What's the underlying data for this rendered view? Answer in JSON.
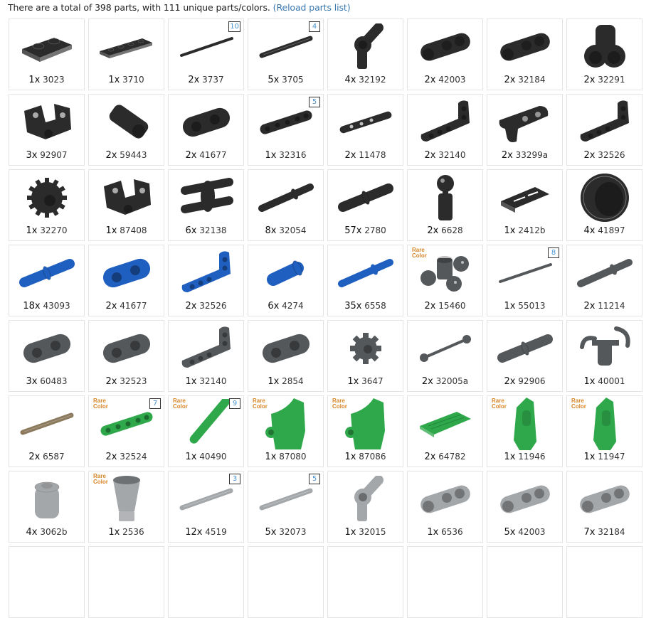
{
  "summary": {
    "text": "There are a total of 398 parts, with 111 unique parts/colors.",
    "reload_link": "(Reload parts list)"
  },
  "colors": {
    "black": "#2b2b2b",
    "blue": "#1f5fbf",
    "dark_gray": "#55585b",
    "light_gray": "#a4a7aa",
    "tan": "#8c7a5e",
    "green": "#2ea84a",
    "badge_text": "#4a93cf",
    "rare_label": "#d8862a",
    "link": "#3a79b0"
  },
  "rare_label": [
    "Rare",
    "Color"
  ],
  "parts": [
    {
      "qty": "1x",
      "id": "3023",
      "color": "black",
      "shape": "plate"
    },
    {
      "qty": "1x",
      "id": "3710",
      "color": "black",
      "shape": "plate-long"
    },
    {
      "qty": "2x",
      "id": "3737",
      "color": "black",
      "shape": "axle",
      "badge": "10"
    },
    {
      "qty": "5x",
      "id": "3705",
      "color": "black",
      "shape": "axle-thick",
      "badge": "4"
    },
    {
      "qty": "4x",
      "id": "32192",
      "color": "black",
      "shape": "connector-angle"
    },
    {
      "qty": "2x",
      "id": "42003",
      "color": "black",
      "shape": "connector-3"
    },
    {
      "qty": "2x",
      "id": "32184",
      "color": "black",
      "shape": "connector-3"
    },
    {
      "qty": "2x",
      "id": "32291",
      "color": "black",
      "shape": "connector-double"
    },
    {
      "qty": "3x",
      "id": "92907",
      "color": "black",
      "shape": "u-bracket"
    },
    {
      "qty": "2x",
      "id": "59443",
      "color": "black",
      "shape": "axle-connector"
    },
    {
      "qty": "2x",
      "id": "41677",
      "color": "black",
      "shape": "beam-2"
    },
    {
      "qty": "1x",
      "id": "32316",
      "color": "black",
      "shape": "beam",
      "badge": "5"
    },
    {
      "qty": "2x",
      "id": "11478",
      "color": "black",
      "shape": "beam-thin"
    },
    {
      "qty": "2x",
      "id": "32140",
      "color": "black",
      "shape": "l-beam"
    },
    {
      "qty": "2x",
      "id": "33299a",
      "color": "black",
      "shape": "bent-beam"
    },
    {
      "qty": "2x",
      "id": "32526",
      "color": "black",
      "shape": "l-beam"
    },
    {
      "qty": "1x",
      "id": "32270",
      "color": "black",
      "shape": "gear"
    },
    {
      "qty": "1x",
      "id": "87408",
      "color": "black",
      "shape": "u-bracket"
    },
    {
      "qty": "6x",
      "id": "32138",
      "color": "black",
      "shape": "double-pin"
    },
    {
      "qty": "8x",
      "id": "32054",
      "color": "black",
      "shape": "pin-long"
    },
    {
      "qty": "57x",
      "id": "2780",
      "color": "black",
      "shape": "pin"
    },
    {
      "qty": "2x",
      "id": "6628",
      "color": "black",
      "shape": "ball-pin"
    },
    {
      "qty": "1x",
      "id": "2412b",
      "color": "black",
      "shape": "grille"
    },
    {
      "qty": "4x",
      "id": "41897",
      "color": "black",
      "shape": "tire"
    },
    {
      "qty": "18x",
      "id": "43093",
      "color": "blue",
      "shape": "pin"
    },
    {
      "qty": "2x",
      "id": "41677",
      "color": "blue",
      "shape": "beam-2"
    },
    {
      "qty": "2x",
      "id": "32526",
      "color": "blue",
      "shape": "l-beam"
    },
    {
      "qty": "6x",
      "id": "4274",
      "color": "blue",
      "shape": "pin-short"
    },
    {
      "qty": "35x",
      "id": "6558",
      "color": "blue",
      "shape": "pin-long"
    },
    {
      "qty": "2x",
      "id": "15460",
      "color": "dark_gray",
      "shape": "ball-joint",
      "rare": true
    },
    {
      "qty": "1x",
      "id": "55013",
      "color": "dark_gray",
      "shape": "axle",
      "badge": "8"
    },
    {
      "qty": "2x",
      "id": "11214",
      "color": "dark_gray",
      "shape": "pin-long"
    },
    {
      "qty": "3x",
      "id": "60483",
      "color": "dark_gray",
      "shape": "beam-2"
    },
    {
      "qty": "2x",
      "id": "32523",
      "color": "dark_gray",
      "shape": "beam-2"
    },
    {
      "qty": "1x",
      "id": "32140",
      "color": "dark_gray",
      "shape": "l-beam"
    },
    {
      "qty": "1x",
      "id": "2854",
      "color": "dark_gray",
      "shape": "beam-2"
    },
    {
      "qty": "1x",
      "id": "3647",
      "color": "dark_gray",
      "shape": "gear-small"
    },
    {
      "qty": "2x",
      "id": "32005a",
      "color": "dark_gray",
      "shape": "link"
    },
    {
      "qty": "2x",
      "id": "92906",
      "color": "dark_gray",
      "shape": "pin"
    },
    {
      "qty": "1x",
      "id": "40001",
      "color": "dark_gray",
      "shape": "hook"
    },
    {
      "qty": "2x",
      "id": "6587",
      "color": "tan",
      "shape": "axle-thick"
    },
    {
      "qty": "2x",
      "id": "32524",
      "color": "green",
      "shape": "beam",
      "badge": "7",
      "rare": true
    },
    {
      "qty": "1x",
      "id": "40490",
      "color": "green",
      "shape": "beam-steep",
      "badge": "9",
      "rare": true
    },
    {
      "qty": "1x",
      "id": "87080",
      "color": "green",
      "shape": "panel",
      "rare": true
    },
    {
      "qty": "1x",
      "id": "87086",
      "color": "green",
      "shape": "panel",
      "rare": true
    },
    {
      "qty": "2x",
      "id": "64782",
      "color": "green",
      "shape": "plate-flat"
    },
    {
      "qty": "1x",
      "id": "11946",
      "color": "green",
      "shape": "panel-tall",
      "rare": true
    },
    {
      "qty": "1x",
      "id": "11947",
      "color": "green",
      "shape": "panel-tall",
      "rare": true
    },
    {
      "qty": "4x",
      "id": "3062b",
      "color": "light_gray",
      "shape": "round-brick"
    },
    {
      "qty": "1x",
      "id": "2536",
      "color": "light_gray",
      "shape": "cone",
      "rare": true
    },
    {
      "qty": "12x",
      "id": "4519",
      "color": "light_gray",
      "shape": "axle-thick",
      "badge": "3"
    },
    {
      "qty": "5x",
      "id": "32073",
      "color": "light_gray",
      "shape": "axle-thick",
      "badge": "5"
    },
    {
      "qty": "1x",
      "id": "32015",
      "color": "light_gray",
      "shape": "connector-angle"
    },
    {
      "qty": "1x",
      "id": "6536",
      "color": "light_gray",
      "shape": "connector-3"
    },
    {
      "qty": "5x",
      "id": "42003",
      "color": "light_gray",
      "shape": "connector-3"
    },
    {
      "qty": "7x",
      "id": "32184",
      "color": "light_gray",
      "shape": "connector-3"
    },
    {
      "qty": "",
      "id": "",
      "color": "light_gray",
      "shape": "none"
    },
    {
      "qty": "",
      "id": "",
      "color": "light_gray",
      "shape": "none"
    },
    {
      "qty": "",
      "id": "",
      "color": "light_gray",
      "shape": "none"
    },
    {
      "qty": "",
      "id": "",
      "color": "light_gray",
      "shape": "none"
    },
    {
      "qty": "",
      "id": "",
      "color": "light_gray",
      "shape": "none"
    },
    {
      "qty": "",
      "id": "",
      "color": "light_gray",
      "shape": "none"
    },
    {
      "qty": "",
      "id": "",
      "color": "light_gray",
      "shape": "none"
    },
    {
      "qty": "",
      "id": "",
      "color": "light_gray",
      "shape": "none"
    }
  ]
}
